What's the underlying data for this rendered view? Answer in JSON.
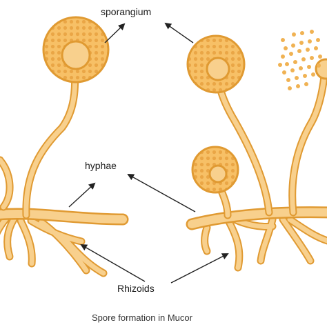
{
  "labels": {
    "sporangium": "sporangium",
    "hyphae": "hyphae",
    "rhizoids": "Rhizoids"
  },
  "caption": "Spore formation in Mucor",
  "colors": {
    "fill": "#f6c77a",
    "outline": "#e09a32",
    "spore": "#f0b253",
    "arrow": "#222222",
    "text": "#1a1a1a"
  }
}
